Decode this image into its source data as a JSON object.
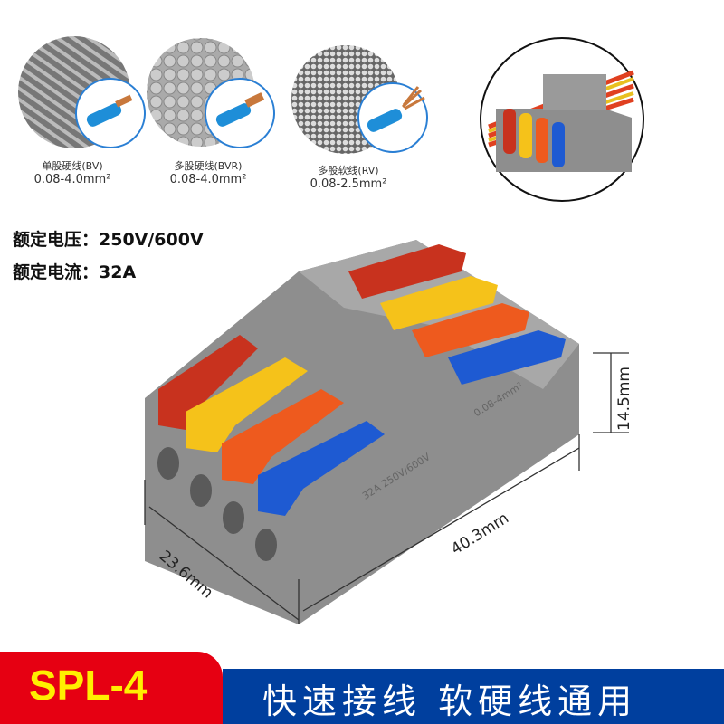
{
  "wire_types": [
    {
      "name": "单股硬线(BV)",
      "range": "0.08-4.0mm²"
    },
    {
      "name": "多股硬线(BVR)",
      "range": "0.08-4.0mm²"
    },
    {
      "name": "多股软线(RV)",
      "range": "0.08-2.5mm²"
    }
  ],
  "specs": {
    "voltage": "额定电压：250V/600V",
    "current": "额定电流：32A"
  },
  "dimensions": {
    "height": "14.5mm",
    "width": "23.6mm",
    "length": "40.3mm"
  },
  "product_markings": {
    "rating": "32A 250V/600V",
    "wire": "0.08-4mm²"
  },
  "banner": {
    "model": "SPL-4",
    "slogan": "快速接线 软硬线通用"
  },
  "colors": {
    "lever_red": "#c8321e",
    "lever_yellow": "#f5c21a",
    "lever_orange": "#ee5a1e",
    "lever_blue": "#1e5ad2",
    "body_gray": "#8e8e8e",
    "banner_red": "#e60012",
    "banner_blue": "#003f9e",
    "model_text": "#ffef00"
  }
}
